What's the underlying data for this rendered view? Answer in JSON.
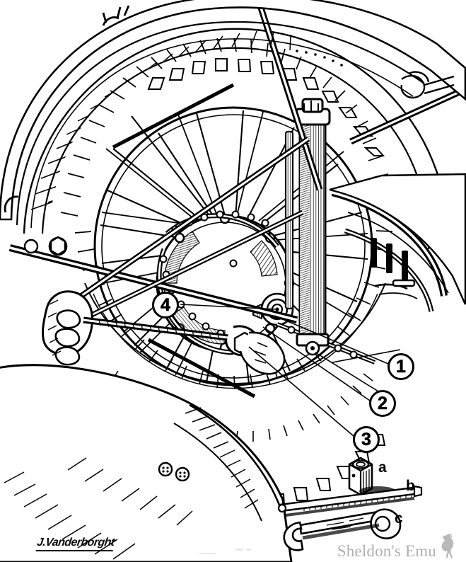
{
  "illustration": {
    "title": "Motorcycle rear wheel removal",
    "medium": "pen-and-ink line engraving",
    "background_color": "#ffffff",
    "ink_color": "#000000"
  },
  "callouts": [
    {
      "id": "1",
      "label": "1",
      "points_to": "rear axle nut"
    },
    {
      "id": "2",
      "label": "2",
      "points_to": "axle spindle"
    },
    {
      "id": "3",
      "label": "3",
      "points_to": "brake anchor / chain adjuster"
    },
    {
      "id": "4",
      "label": "4",
      "points_to": "wheel spindle left side"
    }
  ],
  "parts": [
    {
      "letter": "a",
      "label": "a",
      "item": "hexagon box spanner / socket"
    },
    {
      "letter": "b",
      "label": "b",
      "item": "tommy bar / knurled drift"
    },
    {
      "letter": "c",
      "label": "c",
      "item": "double open-end spanner"
    }
  ],
  "signature": {
    "text": "J.Vanderborght",
    "color": "#0b0b0b"
  },
  "watermark": {
    "text": "Sheldon's Emu",
    "icon": "emu-bird-icon",
    "color": "#b0b0b0"
  },
  "scene_elements": [
    "rear mudguard / fender",
    "block-tread rear tyre",
    "wheel rim and spokes",
    "brake drum and hub",
    "final drive chain and sprocket",
    "vertical shock absorber strut",
    "frame tubes and chain stays",
    "gloved hand holding spanner",
    "jacket sleeve with cuff buttons"
  ]
}
